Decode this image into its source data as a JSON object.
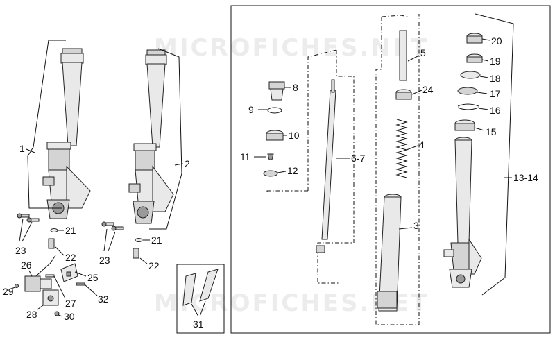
{
  "watermark": "MICROFICHES.NET",
  "callouts": {
    "c1": "1",
    "c2": "2",
    "c3": "3",
    "c4": "4",
    "c5": "5",
    "c67": "6-7",
    "c8": "8",
    "c9": "9",
    "c10": "10",
    "c11": "11",
    "c12": "12",
    "c1314": "13-14",
    "c15": "15",
    "c16": "16",
    "c17": "17",
    "c18": "18",
    "c19": "19",
    "c20": "20",
    "c21a": "21",
    "c21b": "21",
    "c22a": "22",
    "c22b": "22",
    "c23a": "23",
    "c23b": "23",
    "c24": "24",
    "c25": "25",
    "c26": "26",
    "c27": "27",
    "c28": "28",
    "c29": "29",
    "c30": "30",
    "c31": "31",
    "c32": "32"
  }
}
